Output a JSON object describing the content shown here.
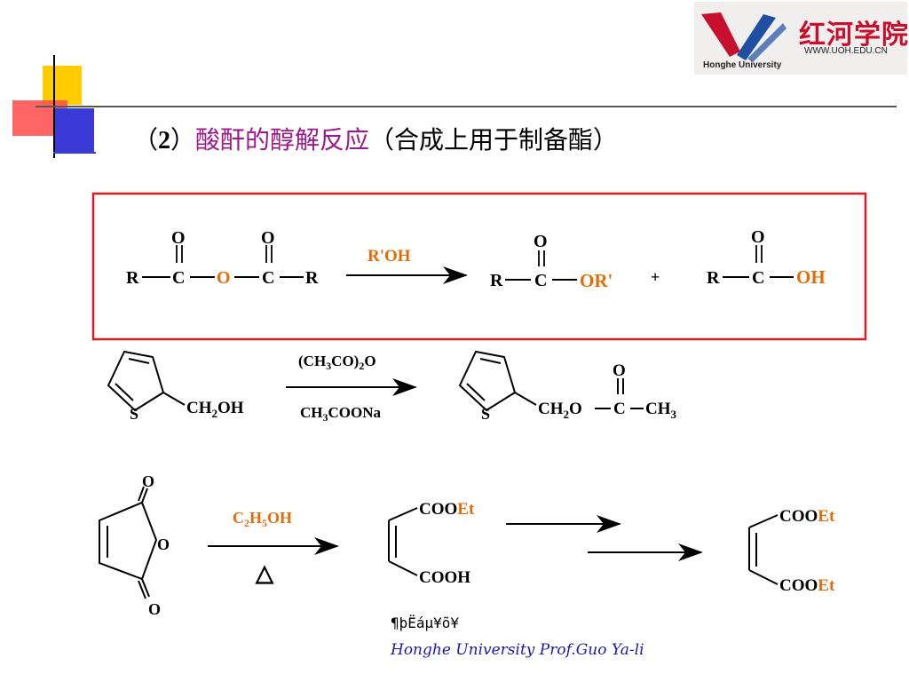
{
  "logo": {
    "name_cn": "红河学院",
    "url": "WWW.UOH.EDU.CN",
    "name_en": "Honghe University"
  },
  "title": {
    "open_paren": "（",
    "number": "2",
    "close_paren": "）",
    "main": "酸酐的醇解反应",
    "subtitle": "（合成上用于制备酯）"
  },
  "reaction_general": {
    "reactant": {
      "R": "R",
      "C": "C",
      "O": "O"
    },
    "reagent": "R'OH",
    "product_ester": {
      "R": "R",
      "C": "C",
      "O": "O",
      "OR": "OR'"
    },
    "plus": "+",
    "product_acid": {
      "R": "R",
      "C": "C",
      "O": "O",
      "OH": "OH"
    }
  },
  "reaction_thiophene": {
    "S": "S",
    "CH2OH": {
      "base": "CH",
      "sub": "2",
      "tail": "OH"
    },
    "reagent_top": {
      "a": "(CH",
      "sub1": "3",
      "b": "CO)",
      "sub2": "2",
      "c": "O"
    },
    "reagent_bottom": {
      "a": "CH",
      "sub": "3",
      "b": "COONa"
    },
    "product": {
      "S": "S",
      "CH2": "CH",
      "sub1": "2",
      "O1": "O",
      "C": "C",
      "O2": "O",
      "CH3": "CH",
      "sub2": "3"
    }
  },
  "reaction_maleic": {
    "anhydride": {
      "O_top": "O",
      "O_ring": "O",
      "O_bottom": "O"
    },
    "reagent": {
      "a": "C",
      "s1": "2",
      "b": "H",
      "s2": "5",
      "c": "OH"
    },
    "heat": "△",
    "monoester": {
      "top_a": "COO",
      "top_b": "Et",
      "bottom": "COOH"
    },
    "diester": {
      "top_a": "COO",
      "top_b": "Et",
      "bottom_a": "COO",
      "bottom_b": "Et"
    }
  },
  "footer": {
    "garbled": "¶þËáµ¥õ¥",
    "credit": "Honghe University  Prof.Guo Ya-li"
  },
  "colors": {
    "accent_orange": "#e36c09",
    "title_purple": "#9b1b8a",
    "box_red": "#e01b24",
    "logo_red": "#c8102e",
    "logo_blue": "#1f4fa3"
  }
}
